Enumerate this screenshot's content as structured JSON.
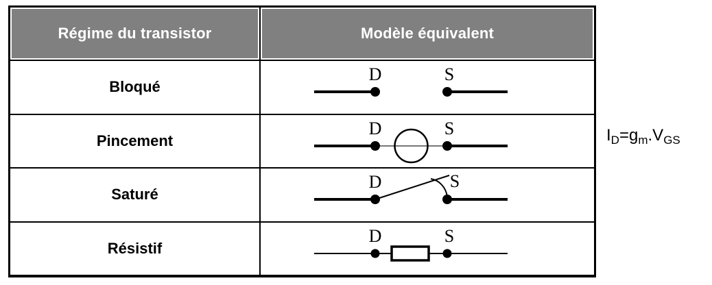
{
  "table": {
    "header": {
      "regime_label": "Régime du transistor",
      "model_label": "Modèle équivalent",
      "bg_color": "#808080",
      "text_color": "#ffffff"
    },
    "rows": [
      {
        "regime": "Bloqué",
        "model": "open-circuit",
        "terminals": {
          "drain": "D",
          "source": "S"
        }
      },
      {
        "regime": "Pincement",
        "model": "current-source",
        "terminals": {
          "drain": "D",
          "source": "S"
        }
      },
      {
        "regime": "Saturé",
        "model": "open-switch",
        "terminals": {
          "drain": "D",
          "source": "S"
        }
      },
      {
        "regime": "Résistif",
        "model": "resistor",
        "terminals": {
          "drain": "D",
          "source": "S"
        }
      }
    ],
    "border_color": "#000000"
  },
  "formula": {
    "plain": "ID=gm.VGS",
    "parts": [
      {
        "text": "I",
        "sub": false
      },
      {
        "text": "D",
        "sub": true
      },
      {
        "text": "=g",
        "sub": false
      },
      {
        "text": "m",
        "sub": true
      },
      {
        "text": ".V",
        "sub": false
      },
      {
        "text": "GS",
        "sub": true
      }
    ]
  }
}
